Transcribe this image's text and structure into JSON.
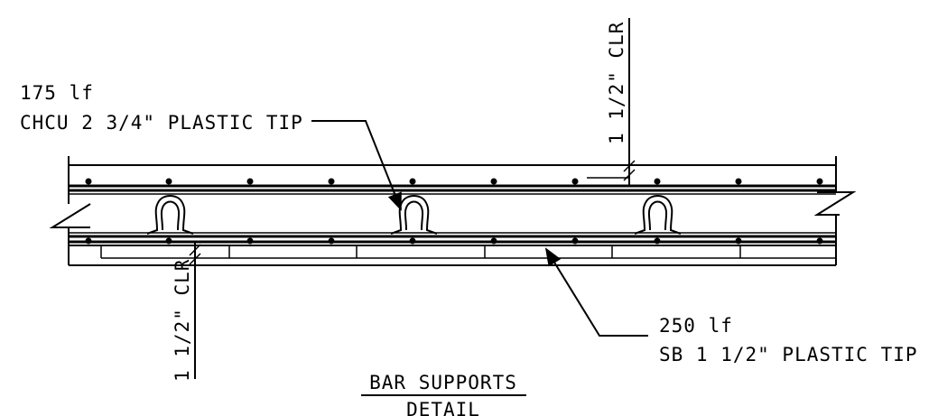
{
  "callouts": {
    "chair": {
      "qty": "175 lf",
      "desc": "CHCU 2 3/4\" PLASTIC TIP"
    },
    "slab_bolster": {
      "qty": "250 lf",
      "desc": "SB 1 1/2\" PLASTIC TIP"
    }
  },
  "clearances": {
    "top": "1 1/2\" CLR",
    "bottom": "1 1/2\" CLR"
  },
  "title": {
    "line1": "BAR SUPPORTS",
    "line2": "DETAIL"
  },
  "colors": {
    "ink": "#000000",
    "background": "#ffffff"
  },
  "icons": [
    "chair-support-icon",
    "rebar-dot-icon",
    "break-line-icon",
    "leader-arrow-icon"
  ]
}
